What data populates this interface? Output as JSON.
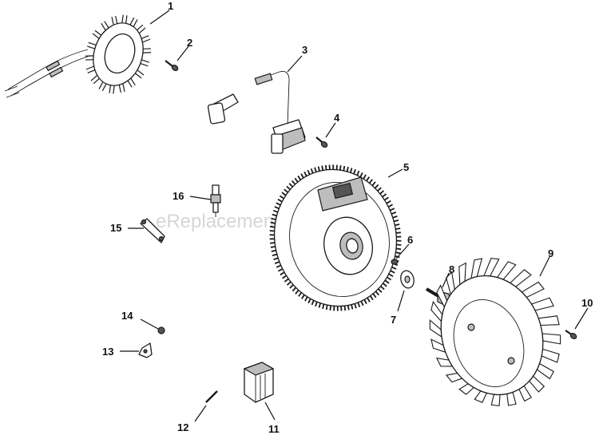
{
  "diagram": {
    "watermark": "eReplacementParts.com",
    "callouts": [
      {
        "id": "1",
        "label": "1"
      },
      {
        "id": "2",
        "label": "2"
      },
      {
        "id": "3",
        "label": "3"
      },
      {
        "id": "4",
        "label": "4"
      },
      {
        "id": "5",
        "label": "5"
      },
      {
        "id": "6",
        "label": "6"
      },
      {
        "id": "7",
        "label": "7"
      },
      {
        "id": "8",
        "label": "8"
      },
      {
        "id": "9",
        "label": "9"
      },
      {
        "id": "10",
        "label": "10"
      },
      {
        "id": "11",
        "label": "11"
      },
      {
        "id": "12",
        "label": "12"
      },
      {
        "id": "13",
        "label": "13"
      },
      {
        "id": "14",
        "label": "14"
      },
      {
        "id": "15",
        "label": "15"
      },
      {
        "id": "16",
        "label": "16"
      }
    ]
  }
}
